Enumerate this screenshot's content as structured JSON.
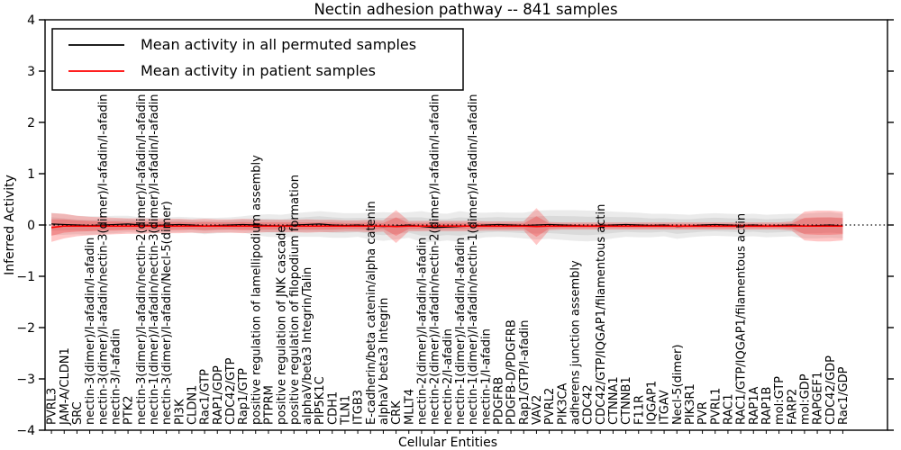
{
  "chart_data": {
    "type": "line",
    "title": "Nectin adhesion pathway -- 841 samples",
    "xlabel": "Cellular Entities",
    "ylabel": "Inferred Activity",
    "ylim": [
      -4,
      4
    ],
    "grid": false,
    "legend_position": "upper left",
    "zero_reference_line": 0,
    "ytick_values": [
      4,
      3,
      2,
      1,
      0,
      -1,
      -2,
      -3,
      -4
    ],
    "ytick_labels": [
      "4",
      "3",
      "2",
      "1",
      "0",
      "−1",
      "−2",
      "−3",
      "−4"
    ],
    "legend": [
      {
        "label": "Mean activity in all permuted samples",
        "color": "#000000"
      },
      {
        "label": "Mean activity in patient samples",
        "color": "#ff0000"
      }
    ],
    "categories": [
      "PVRL3",
      "JAM-A/CLDN1",
      "SRC",
      "nectin-3(dimer)/I-afadin/I-afadin",
      "nectin-3(dimer)/I-afadin/nectin-3(dimer)/I-afadin/I-afadin",
      "nectin-3/I-afadin",
      "PTK2",
      "nectin-3(dimer)/I-afadin/nectin-2(dimer)/I-afadin/I-afadin",
      "nectin-1(dimer)/I-afadin/nectin-3(dimer)/I-afadin/I-afadin",
      "nectin-3(dimer)/I-afadin/Necl-5(dimer)",
      "PI3K",
      "CLDN1",
      "Rac1/GTP",
      "RAP1/GDP",
      "CDC42/GTP",
      "Rap1/GTP",
      "positive regulation of lamellipodium assembly",
      "PTPRM",
      "positive regulation of JNK cascade",
      "positive regulation of filopodium formation",
      "alphaV/beta3 Integrin/Talin",
      "PIP5K1C",
      "CDH1",
      "TLN1",
      "ITGB3",
      "E-cadherin/beta catenin/alpha catenin",
      "alphaV beta3 Integrin",
      "CRK",
      "MLLT4",
      "nectin-2(dimer)/I-afadin/I-afadin",
      "nectin-2(dimer)/I-afadin/nectin-2(dimer)/I-afadin/I-afadin",
      "nectin-2/I-afadin",
      "nectin-1(dimer)/I-afadin/I-afadin",
      "nectin-1(dimer)/I-afadin/nectin-1(dimer)/I-afadin/I-afadin",
      "nectin-1/I-afadin",
      "PDGFRB",
      "PDGFB-D/PDGFRB",
      "Rap1/GTP/I-afadin",
      "VAV2",
      "PVRL2",
      "PIK3CA",
      "adherens junction assembly",
      "CDC42",
      "CDC42/GTP/IQGAP1/filamentous actin",
      "CTNNA1",
      "CTNNB1",
      "F11R",
      "IQGAP1",
      "ITGAV",
      "Necl-5(dimer)",
      "PIK3R1",
      "PVR",
      "PVRL1",
      "RAC1",
      "RAC1/GTP/IQGAP1/filamentous actin",
      "RAP1A",
      "RAP1B",
      "mol:GTP",
      "FARP2",
      "mol:GDP",
      "RAPGEF1",
      "CDC42/GDP",
      "Rac1/GDP"
    ],
    "series": [
      {
        "name": "Mean activity in all permuted samples",
        "color": "#000000",
        "band_color": "#808080",
        "values": [
          0.02,
          0.01,
          0,
          -0.01,
          0,
          0.01,
          0.02,
          0,
          -0.01,
          0,
          0.01,
          0,
          -0.02,
          -0.01,
          0,
          0.01,
          0,
          -0.01,
          -0.02,
          0,
          0.01,
          0.02,
          0,
          -0.01,
          0,
          -0.02,
          -0.03,
          -0.02,
          0,
          -0.03,
          -0.05,
          -0.04,
          -0.03,
          -0.02,
          0,
          0.01,
          0,
          -0.01,
          0,
          0.01,
          0,
          -0.01,
          -0.02,
          -0.01,
          0,
          0.01,
          0,
          -0.01,
          0,
          -0.03,
          -0.02,
          0,
          0.01,
          0,
          -0.01,
          0,
          -0.02,
          -0.01,
          0,
          -0.02,
          -0.01,
          0,
          -0.02
        ],
        "band_halfwidth": [
          0.22,
          0.2,
          0.18,
          0.18,
          0.17,
          0.17,
          0.16,
          0.15,
          0.15,
          0.15,
          0.15,
          0.15,
          0.16,
          0.15,
          0.15,
          0.16,
          0.2,
          0.22,
          0.22,
          0.23,
          0.24,
          0.25,
          0.25,
          0.24,
          0.23,
          0.26,
          0.28,
          0.26,
          0.25,
          0.3,
          0.28,
          0.26,
          0.3,
          0.26,
          0.24,
          0.24,
          0.24,
          0.25,
          0.28,
          0.28,
          0.29,
          0.3,
          0.3,
          0.29,
          0.26,
          0.24,
          0.24,
          0.23,
          0.22,
          0.24,
          0.22,
          0.22,
          0.22,
          0.22,
          0.22,
          0.22,
          0.22,
          0.22,
          0.22,
          0.24,
          0.25,
          0.25,
          0.24
        ]
      },
      {
        "name": "Mean activity in patient samples",
        "color": "#ff0000",
        "band_color": "#ff0000",
        "values": [
          -0.05,
          -0.02,
          -0.02,
          -0.02,
          -0.02,
          -0.02,
          -0.02,
          -0.02,
          -0.02,
          -0.02,
          -0.02,
          -0.02,
          -0.02,
          -0.02,
          -0.02,
          -0.02,
          -0.02,
          -0.02,
          -0.02,
          -0.02,
          -0.02,
          -0.02,
          -0.02,
          -0.02,
          -0.02,
          -0.02,
          -0.02,
          -0.03,
          -0.02,
          -0.02,
          -0.02,
          -0.02,
          -0.02,
          -0.02,
          -0.02,
          -0.02,
          -0.02,
          -0.02,
          -0.03,
          -0.02,
          -0.02,
          -0.02,
          -0.02,
          -0.02,
          -0.02,
          -0.02,
          -0.02,
          -0.02,
          -0.02,
          -0.02,
          -0.02,
          -0.02,
          -0.02,
          -0.02,
          -0.02,
          -0.02,
          -0.02,
          -0.02,
          -0.02,
          -0.02,
          -0.02,
          -0.02,
          -0.02
        ],
        "band_halfwidth": [
          0.28,
          0.24,
          0.2,
          0.18,
          0.17,
          0.16,
          0.15,
          0.15,
          0.14,
          0.14,
          0.14,
          0.13,
          0.14,
          0.13,
          0.13,
          0.14,
          0.13,
          0.12,
          0.12,
          0.12,
          0.13,
          0.12,
          0.12,
          0.11,
          0.11,
          0.12,
          0.11,
          0.32,
          0.1,
          0.1,
          0.1,
          0.1,
          0.1,
          0.1,
          0.09,
          0.09,
          0.09,
          0.09,
          0.36,
          0.08,
          0.07,
          0.07,
          0.07,
          0.07,
          0.07,
          0.07,
          0.07,
          0.07,
          0.07,
          0.07,
          0.07,
          0.07,
          0.07,
          0.07,
          0.07,
          0.07,
          0.07,
          0.07,
          0.09,
          0.28,
          0.3,
          0.3,
          0.28
        ],
        "band_inner_halfwidth": [
          0.16,
          0.13,
          0.11,
          0.1,
          0.09,
          0.09,
          0.08,
          0.08,
          0.08,
          0.08,
          0.08,
          0.07,
          0.08,
          0.07,
          0.07,
          0.08,
          0.07,
          0.07,
          0.07,
          0.07,
          0.07,
          0.07,
          0.07,
          0.06,
          0.06,
          0.07,
          0.06,
          0.18,
          0.06,
          0.06,
          0.06,
          0.06,
          0.06,
          0.06,
          0.05,
          0.05,
          0.05,
          0.05,
          0.2,
          0.05,
          0.04,
          0.04,
          0.04,
          0.04,
          0.04,
          0.04,
          0.04,
          0.04,
          0.04,
          0.04,
          0.04,
          0.04,
          0.04,
          0.04,
          0.04,
          0.04,
          0.04,
          0.04,
          0.05,
          0.16,
          0.17,
          0.17,
          0.16
        ]
      }
    ]
  }
}
